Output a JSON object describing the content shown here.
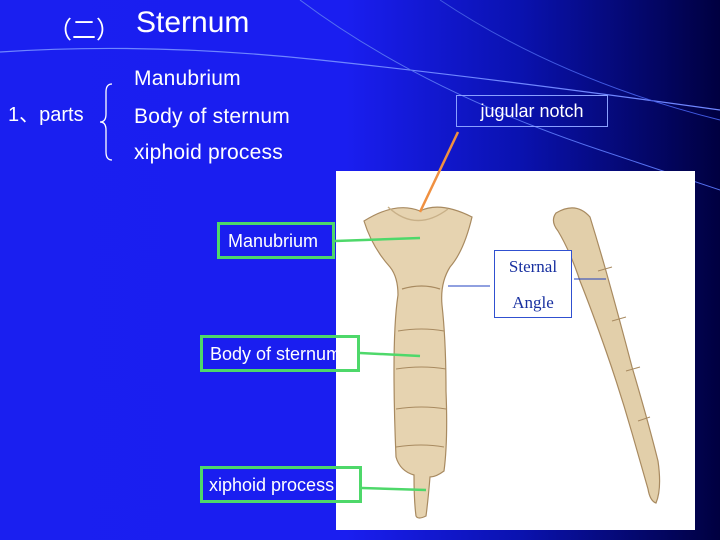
{
  "slide": {
    "section_number": "（二）",
    "title": "Sternum",
    "parts_label": "1、parts",
    "parts": [
      "Manubrium",
      "Body of sternum",
      "xiphoid  process"
    ]
  },
  "callouts": {
    "jugular_notch": "jugular notch",
    "manubrium": "Manubrium",
    "body": "Body of sternum",
    "xiphoid": "xiphoid  process",
    "sternal_angle_line1": "Sternal",
    "sternal_angle_line2": "Angle"
  },
  "colors": {
    "background": "#1a1ef0",
    "label_border": "#4ed86a",
    "arrow": "#f09040",
    "bone": "#e6d3b0"
  }
}
